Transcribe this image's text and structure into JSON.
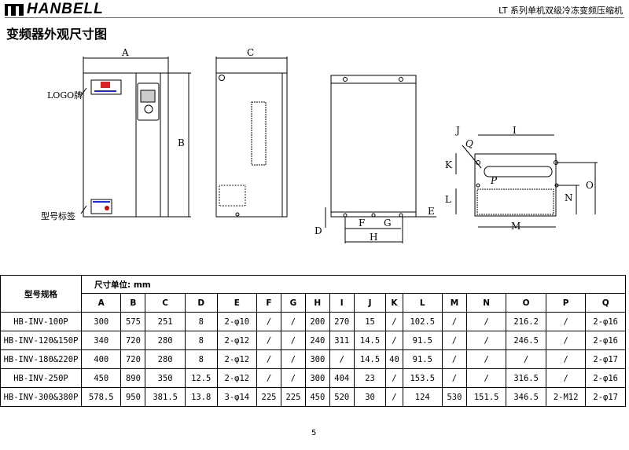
{
  "header": {
    "brand": "HANBELL",
    "doc_title": "LT 系列单机双级冷冻变频压缩机"
  },
  "section_title": "变频器外观尺寸图",
  "drawing": {
    "labels": {
      "A": "A",
      "B": "B",
      "C": "C",
      "D": "D",
      "E": "E",
      "F": "F",
      "G": "G",
      "H": "H",
      "I": "I",
      "J": "J",
      "K": "K",
      "L": "L",
      "M": "M",
      "N": "N",
      "O": "O",
      "P": "P",
      "Q": "Q"
    },
    "logo_plate": "LOGO牌",
    "model_label": "型号标签"
  },
  "table": {
    "model_header": "型号规格",
    "unit_header": "尺寸单位: mm",
    "columns": [
      "A",
      "B",
      "C",
      "D",
      "E",
      "F",
      "G",
      "H",
      "I",
      "J",
      "K",
      "L",
      "M",
      "N",
      "O",
      "P",
      "Q"
    ],
    "rows": [
      {
        "model": "HB-INV-100P",
        "values": [
          "300",
          "575",
          "251",
          "8",
          "2-φ10",
          "/",
          "/",
          "200",
          "270",
          "15",
          "/",
          "102.5",
          "/",
          "/",
          "216.2",
          "/",
          "2-φ16"
        ]
      },
      {
        "model": "HB-INV-120&150P",
        "values": [
          "340",
          "720",
          "280",
          "8",
          "2-φ12",
          "/",
          "/",
          "240",
          "311",
          "14.5",
          "/",
          "91.5",
          "/",
          "/",
          "246.5",
          "/",
          "2-φ16"
        ]
      },
      {
        "model": "HB-INV-180&220P",
        "values": [
          "400",
          "720",
          "280",
          "8",
          "2-φ12",
          "/",
          "/",
          "300",
          "/",
          "14.5",
          "40",
          "91.5",
          "/",
          "/",
          "/",
          "/",
          "2-φ17"
        ]
      },
      {
        "model": "HB-INV-250P",
        "values": [
          "450",
          "890",
          "350",
          "12.5",
          "2-φ12",
          "/",
          "/",
          "300",
          "404",
          "23",
          "/",
          "153.5",
          "/",
          "/",
          "316.5",
          "/",
          "2-φ16"
        ]
      },
      {
        "model": "HB-INV-300&380P",
        "values": [
          "578.5",
          "950",
          "381.5",
          "13.8",
          "3-φ14",
          "225",
          "225",
          "450",
          "520",
          "30",
          "/",
          "124",
          "530",
          "151.5",
          "346.5",
          "2-M12",
          "2-φ17"
        ]
      }
    ]
  },
  "page_number": "5"
}
